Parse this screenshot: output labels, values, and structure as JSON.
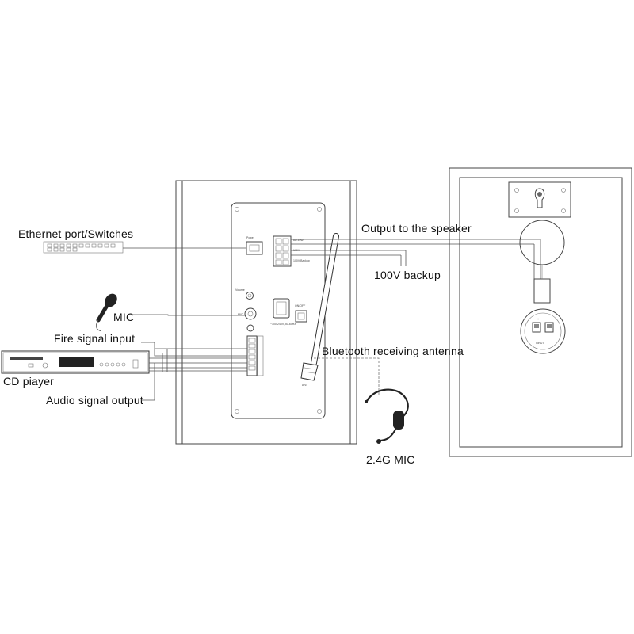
{
  "labels": {
    "ethernet": "Ethernet port/Switches",
    "mic": "MIC",
    "fire": "Fire signal input",
    "cd": "CD piayer",
    "audio_out": "Audio signal output",
    "output_speaker": "Output to the speaker",
    "backup_100v": "100V backup",
    "bluetooth": "Bluetooth receiving antenna",
    "mic_24g": "2.4G MIC",
    "speaker_input": "INPUT",
    "antenna_label": "ANT"
  }
}
